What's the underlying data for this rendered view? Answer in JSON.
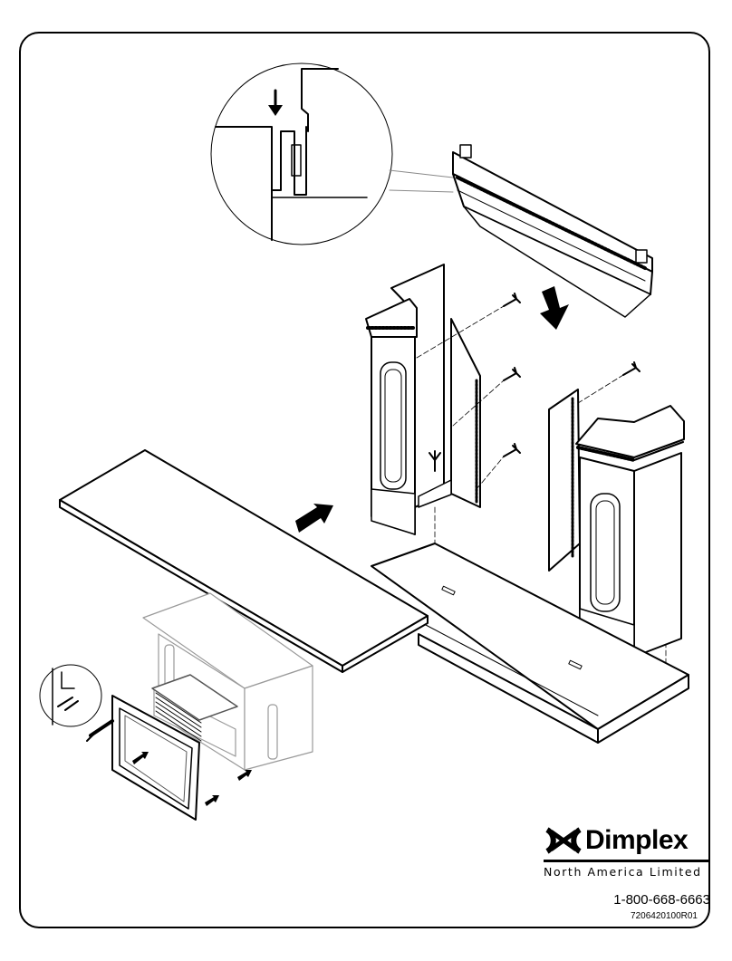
{
  "colors": {
    "ink": "#000000",
    "paper": "#ffffff",
    "light_ink": "#8a8a8a"
  },
  "brand": {
    "name": "Dimplex",
    "subtitle": "North America Limited",
    "phone": "1-800-668-6663",
    "part_number": "7206420100R01"
  },
  "icons": [
    "dimplex-logo-mark",
    "down-arrow-icon",
    "insert-arrow-icon",
    "wing-screw-icon"
  ]
}
